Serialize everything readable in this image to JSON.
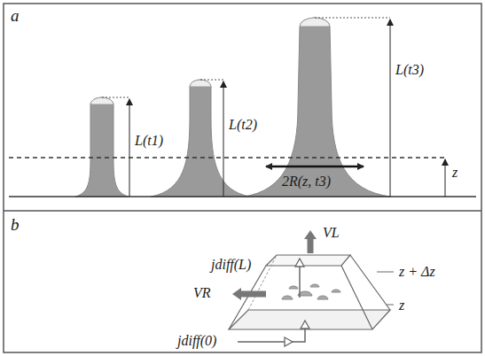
{
  "diagram": {
    "labels": [
      "a",
      "L(t1)",
      "L(t2)",
      "L(t3)",
      "2R(z, t3)",
      "z",
      "b",
      "VL",
      "jdiff(L)",
      "VR",
      "z + Δz",
      "z",
      "jdiff(0)"
    ]
  }
}
